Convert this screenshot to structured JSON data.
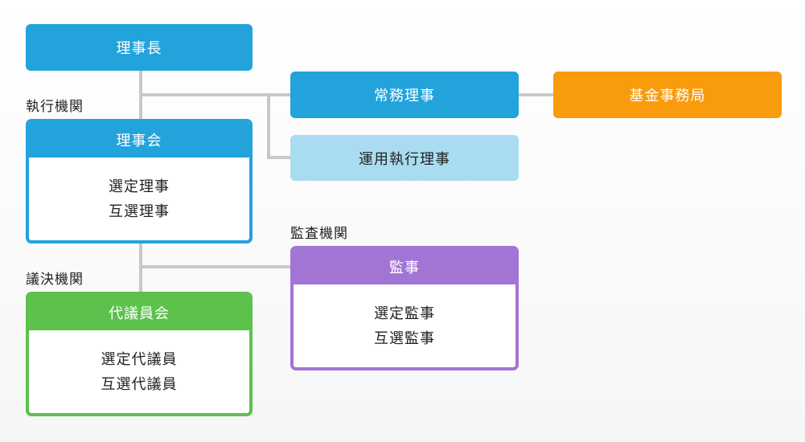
{
  "colors": {
    "blue": "#23a3dc",
    "light_blue": "#a9dcf1",
    "orange": "#f89b0c",
    "purple": "#a275d4",
    "green": "#5dc24c",
    "connector": "#c8c8c8"
  },
  "labels": {
    "executive": "執行機関",
    "audit": "監査機関",
    "deliberative": "議決機関"
  },
  "nodes": {
    "chairman": "理事長",
    "executive_director": "常務理事",
    "fund_office": "基金事務局",
    "operating_director": "運用執行理事",
    "board": {
      "title": "理事会",
      "items": [
        "選定理事",
        "互選理事"
      ]
    },
    "auditor": {
      "title": "監事",
      "items": [
        "選定監事",
        "互選監事"
      ]
    },
    "assembly": {
      "title": "代議員会",
      "items": [
        "選定代議員",
        "互選代議員"
      ]
    }
  }
}
